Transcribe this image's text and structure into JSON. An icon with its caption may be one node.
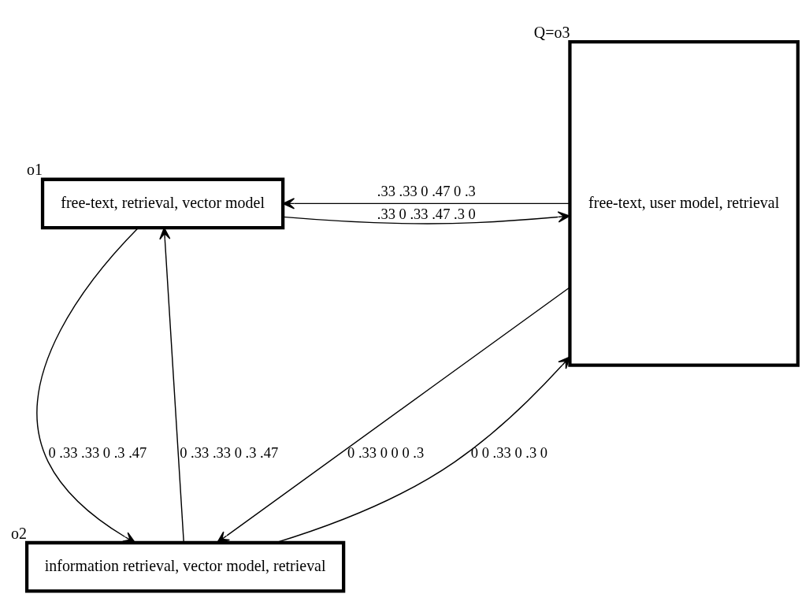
{
  "diagram": {
    "nodes": [
      {
        "text": [
          "free-text, retrieval, vector model"
        ],
        "beside": [
          "o1"
        ]
      },
      {
        "text": [
          "information retrieval, vector model, retrieval"
        ],
        "beside": [
          "o2"
        ]
      },
      {
        "text": [
          "free-text, user model, retrieval"
        ],
        "beside": [
          "Q=o3"
        ]
      }
    ],
    "edges": [
      {
        "from": 2,
        "to": 0,
        "arrow": "to",
        "label": ".33 .33 0 .47 0 .3"
      },
      {
        "from": 0,
        "to": 2,
        "arrow": "to",
        "label": ".33 0 .33 .47 .3 0"
      },
      {
        "from": 0,
        "to": 1,
        "arrow": "to",
        "label": "0 .33 .33 0 .3 .47"
      },
      {
        "from": 1,
        "to": 0,
        "arrow": "to",
        "label": "0 .33 .33 0 .3 .47"
      },
      {
        "from": 2,
        "to": 1,
        "arrow": "to",
        "label": "0 .33 0 0 0 .3"
      },
      {
        "from": 1,
        "to": 2,
        "arrow": "to",
        "label": "0 0 .33 0 .3 0"
      }
    ]
  }
}
